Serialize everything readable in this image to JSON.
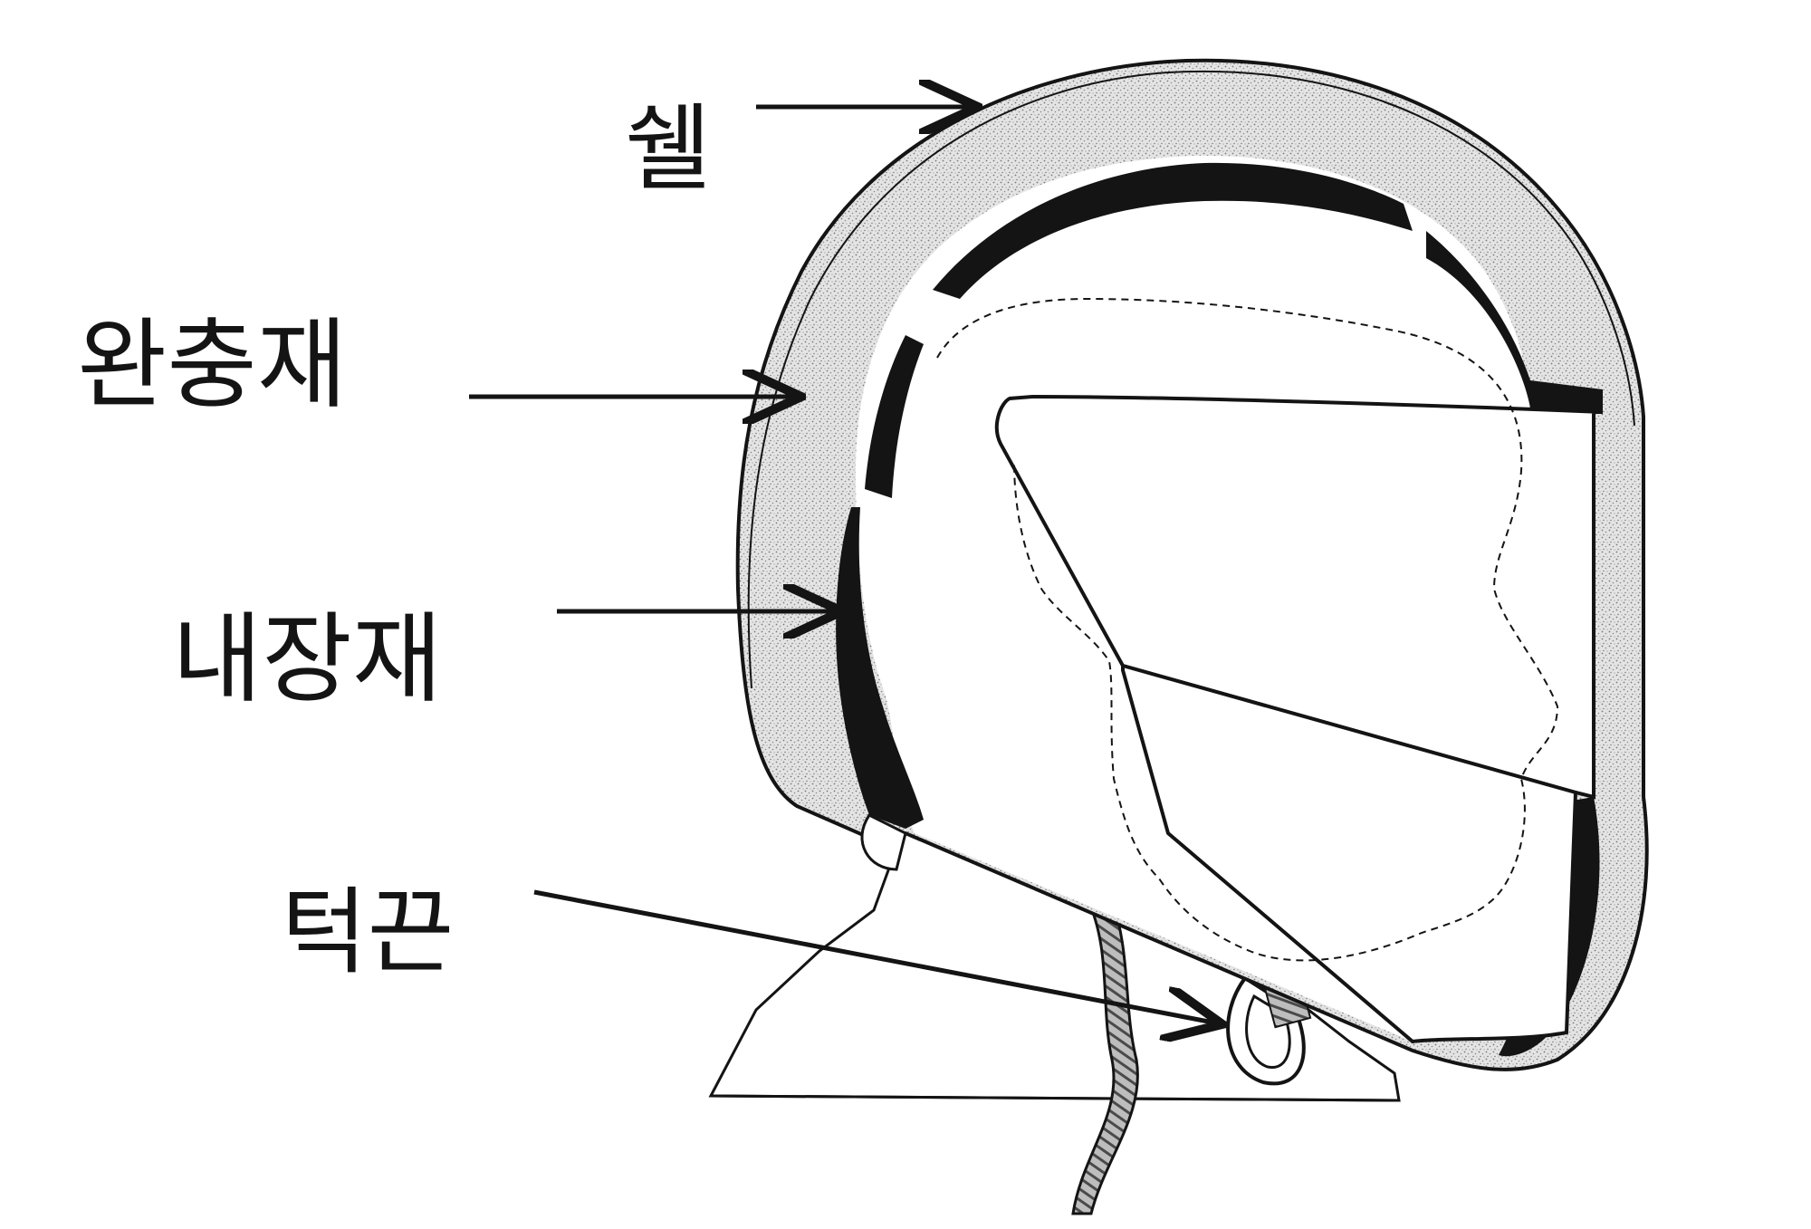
{
  "diagram": {
    "labels": {
      "shell": "쉘",
      "cushion": "완충재",
      "lining": "내장재",
      "chin_strap": "턱끈"
    }
  },
  "colors": {
    "ink": "#141414",
    "stipple": "#d0d0d0",
    "background": "#ffffff"
  }
}
